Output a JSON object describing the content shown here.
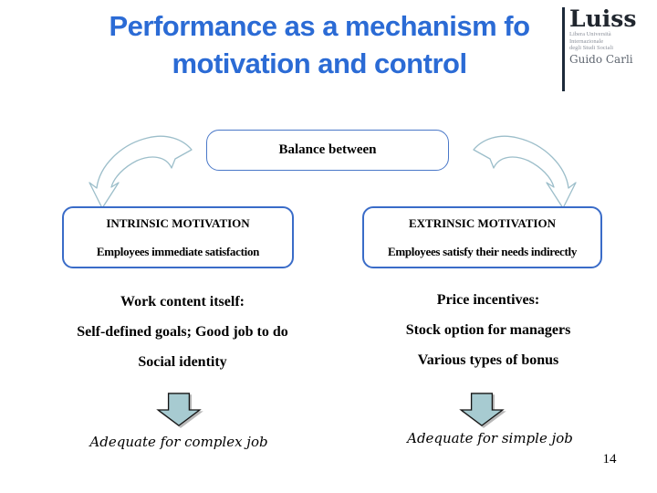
{
  "slide": {
    "title_line1": "Performance as a mechanism fo",
    "title_line2": "motivation and control",
    "page_number": "14"
  },
  "logo": {
    "name": "Luiss",
    "subtitle_lines": [
      "Libera Università",
      "Internazionale",
      "degli Studi Sociali"
    ],
    "footer": "Guido Carli"
  },
  "balance_box": {
    "label": "Balance between"
  },
  "boxes": {
    "intrinsic": {
      "title": "INTRINSIC MOTIVATION",
      "subtitle": "Employees immediate satisfaction"
    },
    "extrinsic": {
      "title": "EXTRINSIC MOTIVATION",
      "subtitle": "Employees satisfy their needs indirectly"
    }
  },
  "details": {
    "intrinsic": {
      "lines": [
        "Work content itself:",
        "Self-defined goals; Good job to do",
        "Social identity"
      ],
      "caption": "Adequate for complex job"
    },
    "extrinsic": {
      "lines": [
        "Price incentives:",
        "Stock option for managers",
        "Various types of bonus"
      ],
      "caption": "Adequate for simple job"
    }
  },
  "colors": {
    "title_blue": "#2b6bd5",
    "box_border_blue": "#3a6cc8",
    "balance_border_blue": "#4a78c8",
    "curved_arrow_outline": "#9cbeca",
    "down_arrow_fill": "#a7cbd1",
    "logo_dark": "#20262e",
    "logo_gray": "#8d929c"
  }
}
